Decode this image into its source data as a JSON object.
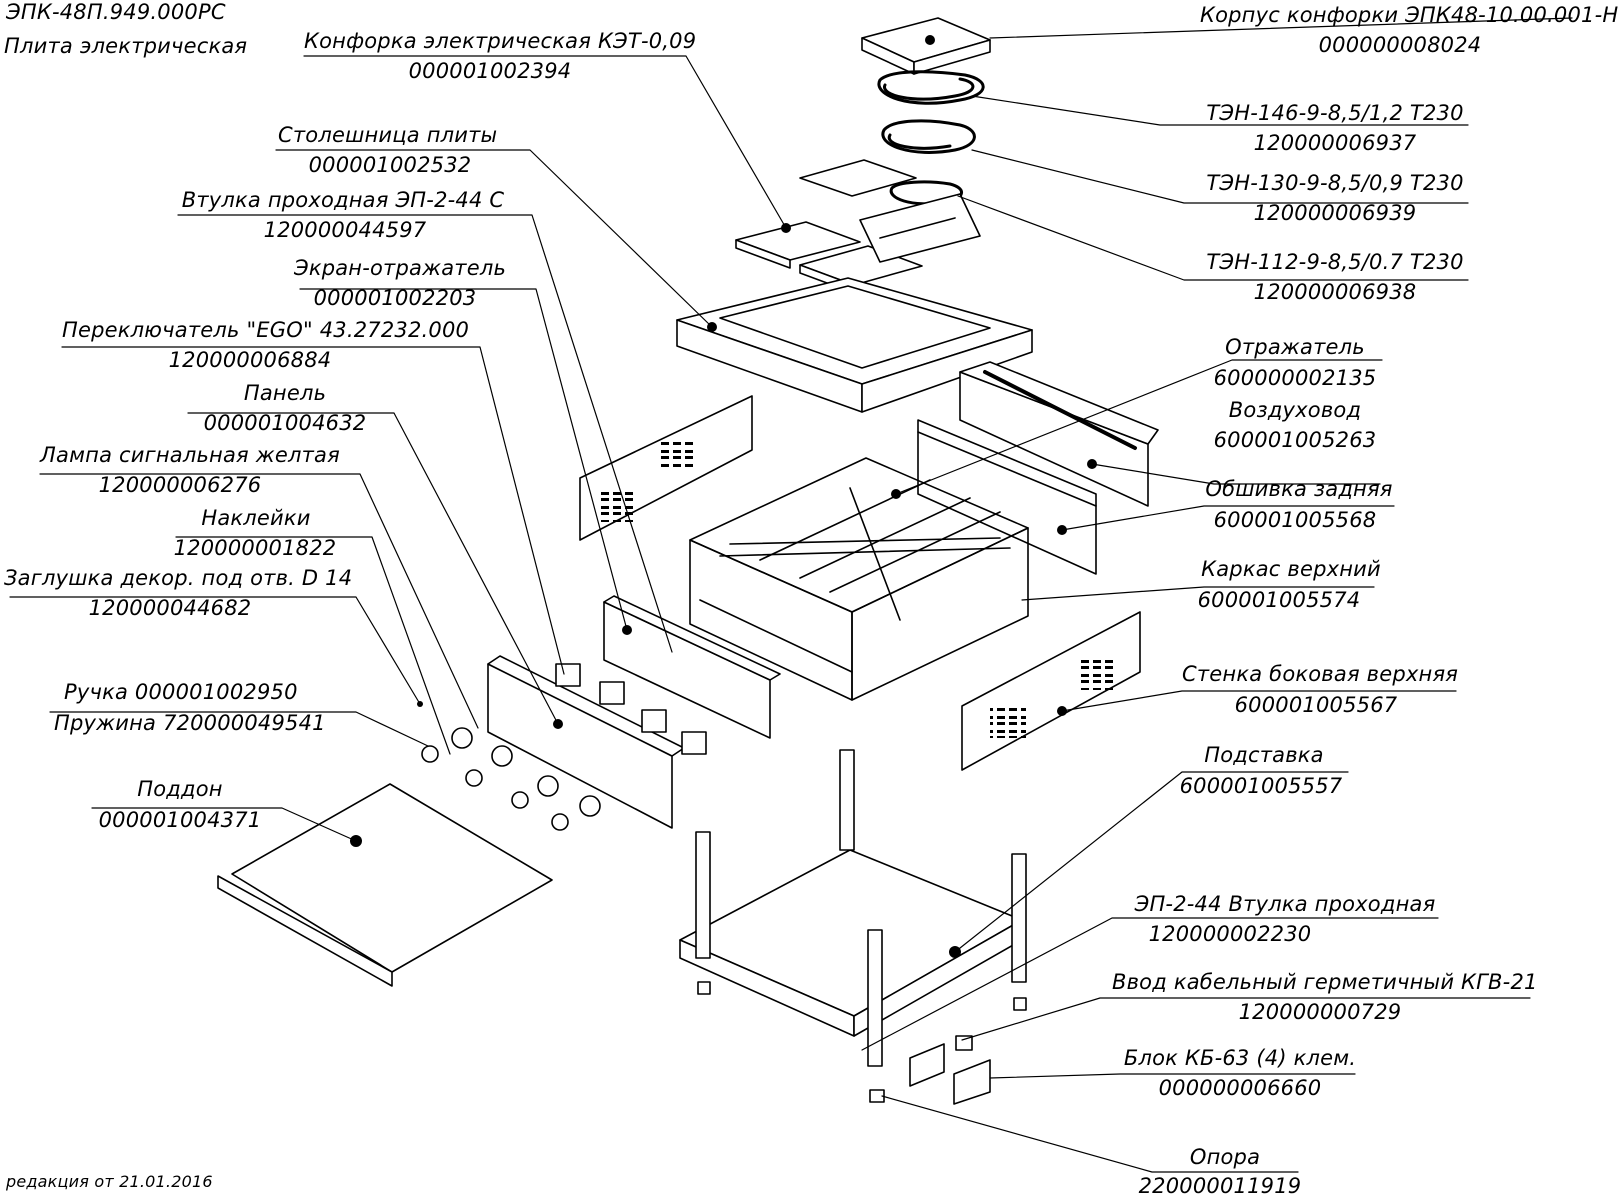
{
  "header": {
    "doc_code": "ЭПК-48П.949.000РС",
    "doc_title": "Плита электрическая"
  },
  "footer": {
    "revision": "редакция от 21.01.2016"
  },
  "parts": [
    {
      "id": "korpus_konforki",
      "name": "Корпус конфорки ЭПК48-10.00.001-Н",
      "code": "000000008024"
    },
    {
      "id": "ten_146",
      "name": "ТЭН-146-9-8,5/1,2 Т230",
      "code": "120000006937"
    },
    {
      "id": "ten_130",
      "name": "ТЭН-130-9-8,5/0,9 Т230",
      "code": "120000006939"
    },
    {
      "id": "ten_112",
      "name": "ТЭН-112-9-8,5/0.7 Т230",
      "code": "120000006938"
    },
    {
      "id": "otrazhatel",
      "name": "Отражатель",
      "code": "600000002135"
    },
    {
      "id": "vozdukhovod",
      "name": "Воздуховод",
      "code": "600001005263"
    },
    {
      "id": "obshivka",
      "name": "Обшивка задняя",
      "code": "600001005568"
    },
    {
      "id": "karkas",
      "name": "Каркас верхний",
      "code": "600001005574"
    },
    {
      "id": "stenka",
      "name": "Стенка боковая верхняя",
      "code": "600001005567"
    },
    {
      "id": "podstavka",
      "name": "Подставка",
      "code": "600001005557"
    },
    {
      "id": "vtulka_ep",
      "name": "ЭП-2-44 Втулка проходная",
      "code": "120000002230"
    },
    {
      "id": "vvod",
      "name": "Ввод кабельный герметичный КГВ-21",
      "code": "120000000729"
    },
    {
      "id": "blok",
      "name": "Блок КБ-63 (4) клем.",
      "code": "000000006660"
    },
    {
      "id": "opora",
      "name": "Опора",
      "code": "220000011919"
    },
    {
      "id": "konforka",
      "name": "Конфорка электрическая КЭТ-0,09",
      "code": "000001002394"
    },
    {
      "id": "stoleshnitsa",
      "name": "Столешница плиты",
      "code": "000001002532"
    },
    {
      "id": "vtulka",
      "name": "Втулка проходная ЭП-2-44 С",
      "code": "120000044597"
    },
    {
      "id": "ekran",
      "name": "Экран-отражатель",
      "code": "000001002203"
    },
    {
      "id": "pereklyuchatel",
      "name": "Переключатель \"EGO\" 43.27232.000",
      "code": "120000006884"
    },
    {
      "id": "panel",
      "name": "Панель",
      "code": "000001004632"
    },
    {
      "id": "lampa",
      "name": "Лампа сигнальная желтая",
      "code": "120000006276"
    },
    {
      "id": "nakleyki",
      "name": "Наклейки",
      "code": "120000001822"
    },
    {
      "id": "zaglushka",
      "name": "Заглушка декор. под отв. D 14",
      "code": "120000044682"
    },
    {
      "id": "ruchka",
      "name": "Ручка    000001002950",
      "code": "Пружина   720000049541"
    },
    {
      "id": "poddon",
      "name": "Поддон",
      "code": "000001004371"
    }
  ]
}
